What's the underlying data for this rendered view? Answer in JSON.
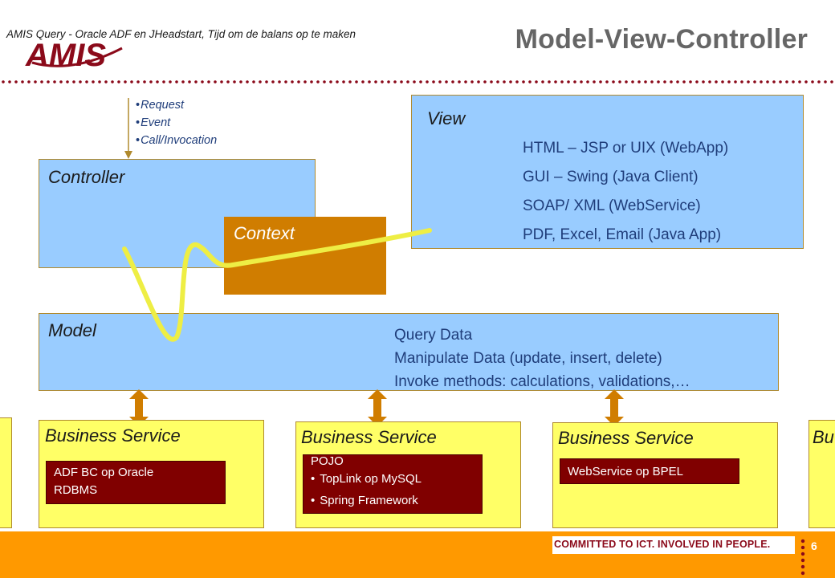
{
  "header": {
    "title": "Model-View-Controller",
    "logo_text": "AMIS"
  },
  "request": {
    "items": [
      "Request",
      "Event",
      "Call/Invocation"
    ]
  },
  "controller": {
    "label": "Controller"
  },
  "context": {
    "label": "Context"
  },
  "view": {
    "label": "View",
    "items": [
      "HTML – JSP or UIX  (WebApp)",
      "GUI – Swing (Java Client)",
      "SOAP/ XML (WebService)",
      "PDF, Excel, Email (Java App)"
    ]
  },
  "model": {
    "label": "Model",
    "items": [
      "Query Data",
      "Manipulate Data (update, insert, delete)",
      "Invoke methods: calculations, validations,…"
    ]
  },
  "services": [
    {
      "label": "Business Service",
      "tech_lines": [
        "ADF BC op Oracle",
        "RDBMS"
      ]
    },
    {
      "label": "Business Service",
      "tech_lines": [
        "POJO"
      ],
      "tech_bullets": [
        "TopLink op MySQL",
        "Spring Framework"
      ]
    },
    {
      "label": "Business Service",
      "tech_lines": [
        "WebService op BPEL"
      ]
    },
    {
      "label": "Bu"
    }
  ],
  "footer": {
    "text": "AMIS Query - Oracle ADF en JHeadstart, Tijd om de balans op te maken",
    "slogan": "COMMITTED TO ICT. INVOLVED IN PEOPLE.",
    "page_number": "6"
  },
  "colors": {
    "blue_box": "#99ccff",
    "yellow_box": "#ffff66",
    "context": "#d07d00",
    "tech_box": "#800000",
    "footer": "#ff9900",
    "accent": "#8b0a1a"
  }
}
